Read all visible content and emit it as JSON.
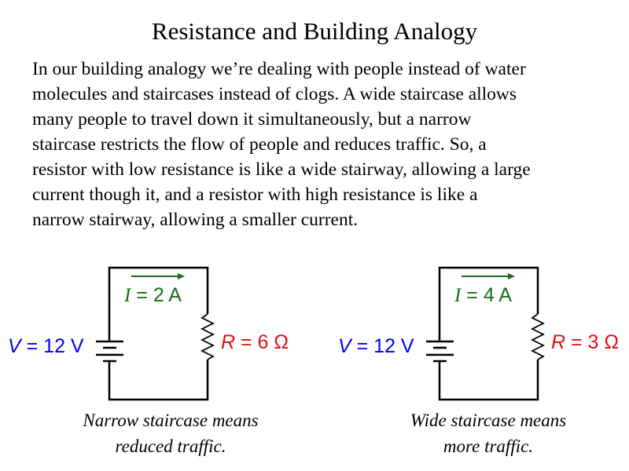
{
  "title": "Resistance and Building Analogy",
  "body_lines": [
    "In our building analogy we’re dealing with people instead of water",
    "molecules and staircases instead of clogs. A wide staircase allows",
    "many people to travel down it simultaneously, but a narrow",
    "staircase restricts the flow of people and reduces traffic. So, a",
    "resistor with low resistance is like a wide stairway, allowing a large",
    "current though it, and a resistor with high resistance is like a",
    "narrow stairway, allowing a smaller current."
  ],
  "circuits": [
    {
      "voltage_var": "V",
      "voltage_value": " = 12 V",
      "current_var": "I",
      "current_value": " = 2 A",
      "resistance_var": "R",
      "resistance_value": " = 6 Ω",
      "caption_lines": [
        "Narrow staircase means",
        "reduced traffic."
      ]
    },
    {
      "voltage_var": "V",
      "voltage_value": " = 12 V",
      "current_var": "I",
      "current_value": " = 4 A",
      "resistance_var": "R",
      "resistance_value": " = 3 Ω",
      "caption_lines": [
        "Wide staircase means",
        "more traffic."
      ]
    }
  ],
  "colors": {
    "voltage": "#0000ee",
    "current": "#1a6b1a",
    "resistance": "#e01010"
  }
}
